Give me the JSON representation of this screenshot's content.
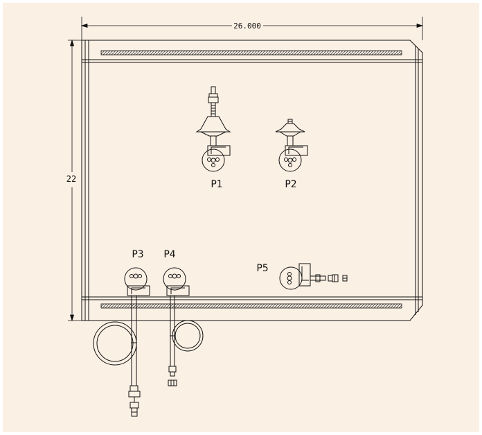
{
  "colors": {
    "background": "#fbf0e4",
    "line": "#111111",
    "hatch": "#555555"
  },
  "dimensions": {
    "width_label": "26.000",
    "height_label": "22"
  },
  "ports": [
    {
      "id": "P1",
      "label": "P1"
    },
    {
      "id": "P2",
      "label": "P2"
    },
    {
      "id": "P3",
      "label": "P3"
    },
    {
      "id": "P4",
      "label": "P4"
    },
    {
      "id": "P5",
      "label": "P5"
    }
  ]
}
